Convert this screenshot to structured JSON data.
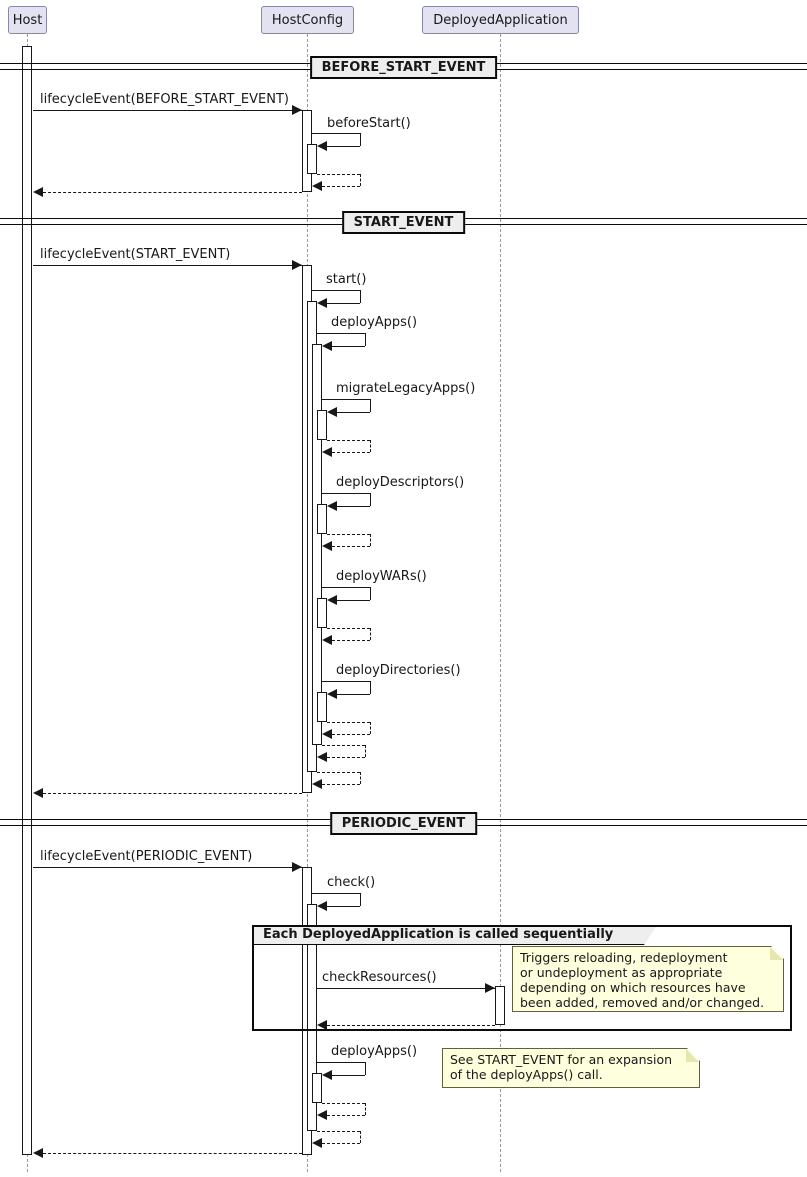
{
  "diagram": {
    "participants": [
      {
        "name": "Host"
      },
      {
        "name": "HostConfig"
      },
      {
        "name": "DeployedApplication"
      }
    ],
    "dividers": {
      "before_start": "BEFORE_START_EVENT",
      "start": "START_EVENT",
      "periodic": "PERIODIC_EVENT"
    },
    "messages": {
      "lifecycle_before_start": "lifecycleEvent(BEFORE_START_EVENT)",
      "before_start": "beforeStart()",
      "lifecycle_start": "lifecycleEvent(START_EVENT)",
      "start": "start()",
      "deploy_apps": "deployApps()",
      "migrate_legacy_apps": "migrateLegacyApps()",
      "deploy_descriptors": "deployDescriptors()",
      "deploy_wars": "deployWARs()",
      "deploy_directories": "deployDirectories()",
      "lifecycle_periodic": "lifecycleEvent(PERIODIC_EVENT)",
      "check": "check()",
      "check_resources": "checkResources()",
      "deploy_apps_periodic": "deployApps()"
    },
    "group": {
      "label": "Each DeployedApplication is called sequentially"
    },
    "notes": {
      "check_resources_note": [
        "Triggers reloading, redeployment",
        "or undeployment as appropriate",
        "depending on which resources have",
        "been added, removed and/or changed."
      ],
      "deploy_apps_note": [
        "See START_EVENT for an expansion",
        "of the deployApps() call."
      ]
    },
    "colors": {
      "participant_fill": "#E2E2F0",
      "participant_border": "#8888AA",
      "divider_fill": "#EEEEEE",
      "note_fill": "#FEFFDD",
      "note_border": "#60603A",
      "line": "#181818",
      "lifeline": "#999999"
    }
  }
}
